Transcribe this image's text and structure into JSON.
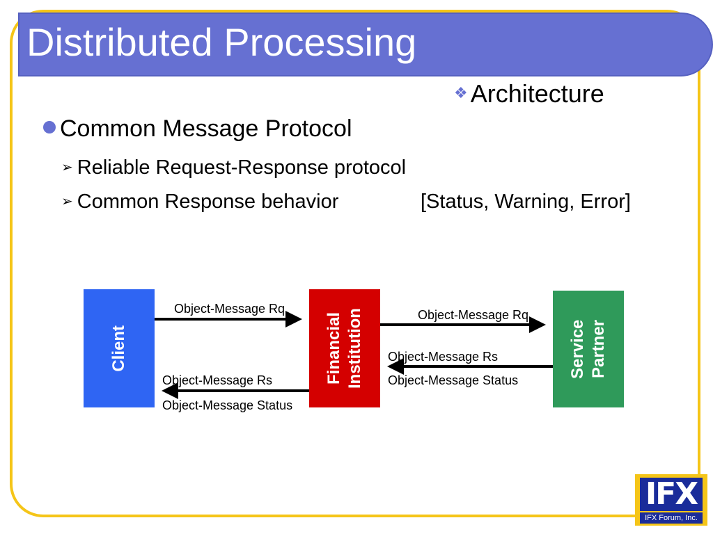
{
  "slide": {
    "title": "Distributed Processing",
    "section": "Architecture",
    "bullet_main": "Common Message Protocol",
    "sub_bullets": [
      "Reliable Request-Response protocol",
      "Common Response behavior"
    ],
    "sub_bullet_note": "[Status, Warning, Error]"
  },
  "diagram": {
    "client": "Client",
    "financial": "Financial Institution",
    "partner": "Service Partner",
    "msg_rq_left": "Object-Message Rq",
    "msg_rs_left": "Object-Message Rs",
    "msg_status_left": "Object-Message Status",
    "msg_rq_right": "Object-Message Rq",
    "msg_rs_right": "Object-Message Rs",
    "msg_status_right": "Object-Message Status"
  },
  "logo": {
    "main": "IFX",
    "sub": "IFX Forum, Inc."
  },
  "colors": {
    "accent": "#6670d2",
    "frame": "#f5c518",
    "client": "#2f65f3",
    "financial": "#d40000",
    "partner": "#2f9a5a"
  }
}
